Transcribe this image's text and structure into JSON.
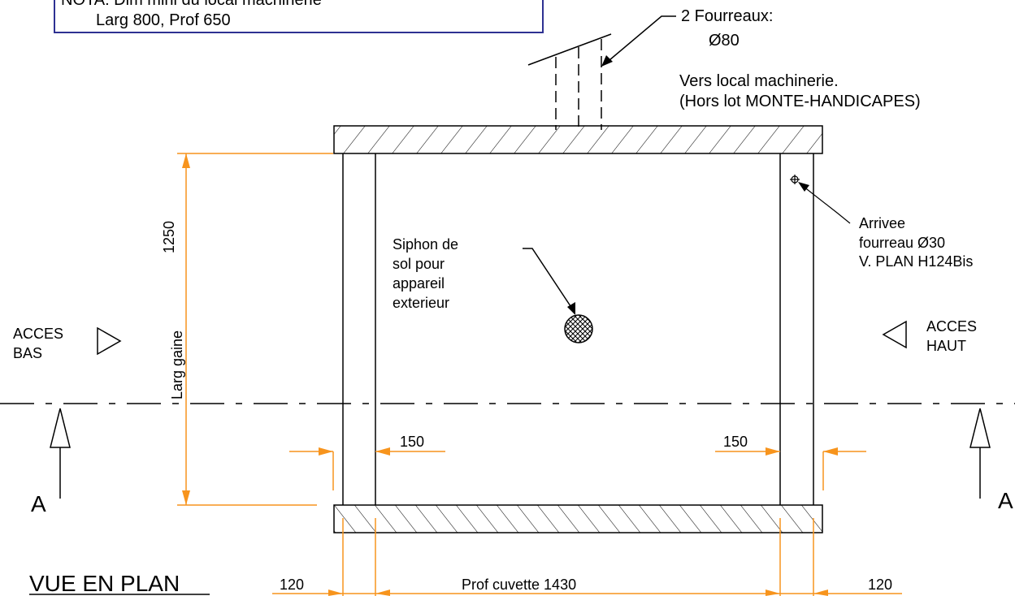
{
  "nota": {
    "line1": "NOTA: Dim mini du local machinerie",
    "line2": "Larg 800, Prof 650"
  },
  "fourreaux": {
    "title": "2 Fourreaux:",
    "diameter": "Ø80"
  },
  "machinerie_note": {
    "line1": "Vers local machinerie.",
    "line2": "(Hors lot MONTE-HANDICAPES)"
  },
  "arrivee": {
    "line1": "Arrivee",
    "line2": "fourreau Ø30",
    "line3": "V. PLAN H124Bis"
  },
  "siphon": {
    "line1": "Siphon de",
    "line2": "sol pour",
    "line3": "appareil",
    "line4": "exterieur"
  },
  "acces_bas": {
    "line1": "ACCES",
    "line2": "BAS"
  },
  "acces_haut": {
    "line1": "ACCES",
    "line2": "HAUT"
  },
  "dimensions": {
    "height": "1250",
    "larg_gaine": "Larg gaine",
    "wall_left": "150",
    "wall_right": "150",
    "bottom_left": "120",
    "bottom_right": "120",
    "prof_cuvette": "Prof cuvette 1430"
  },
  "section_mark": {
    "left": "A",
    "right": "A"
  },
  "view_title": "VUE EN PLAN",
  "colors": {
    "line": "#000000",
    "dimension": "#f7941d",
    "nota_border": "#2e3192"
  }
}
